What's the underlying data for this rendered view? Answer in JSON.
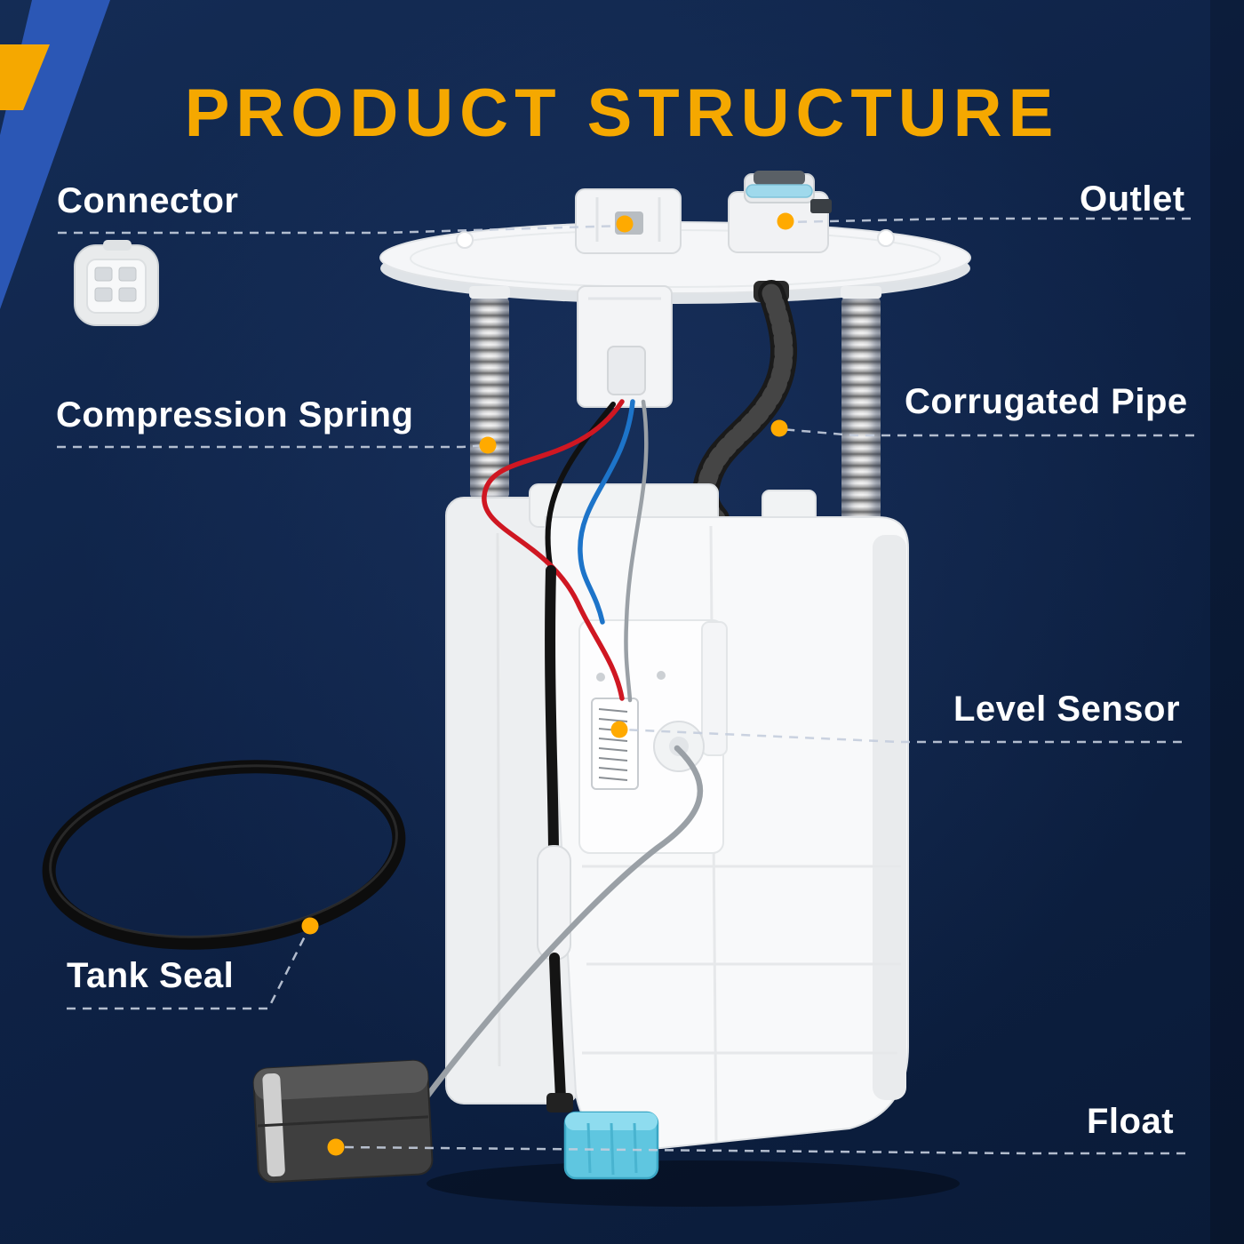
{
  "page": {
    "title": "PRODUCT STRUCTURE"
  },
  "colors": {
    "background_top": "#142c55",
    "background_bottom": "#0a1b38",
    "accent_yellow": "#f5a800",
    "stripe_blue": "#2b57b5",
    "label_text": "#ffffff",
    "leader_line": "#c4cddd",
    "callout_dot": "#ffaa00"
  },
  "callouts": [
    {
      "id": "connector",
      "label": "Connector"
    },
    {
      "id": "outlet",
      "label": "Outlet"
    },
    {
      "id": "compression-spring",
      "label": "Compression Spring"
    },
    {
      "id": "corrugated-pipe",
      "label": "Corrugated Pipe"
    },
    {
      "id": "level-sensor",
      "label": "Level Sensor"
    },
    {
      "id": "tank-seal",
      "label": "Tank Seal"
    },
    {
      "id": "float",
      "label": "Float"
    }
  ],
  "illustration": {
    "name": "fuel-pump-module-assembly",
    "visible_parts": [
      "top flange plate",
      "electrical connector port",
      "fuel outlet port with blue seal ring",
      "left compression spring",
      "right compression spring",
      "black corrugated fuel pipe",
      "wiring harness (red, blue, black, gray wires)",
      "white reservoir body",
      "fuel level sensor with resistor card",
      "metal float arm",
      "black float",
      "blue fuel strainer",
      "black rubber tank seal o-ring",
      "connector close-up view"
    ]
  }
}
